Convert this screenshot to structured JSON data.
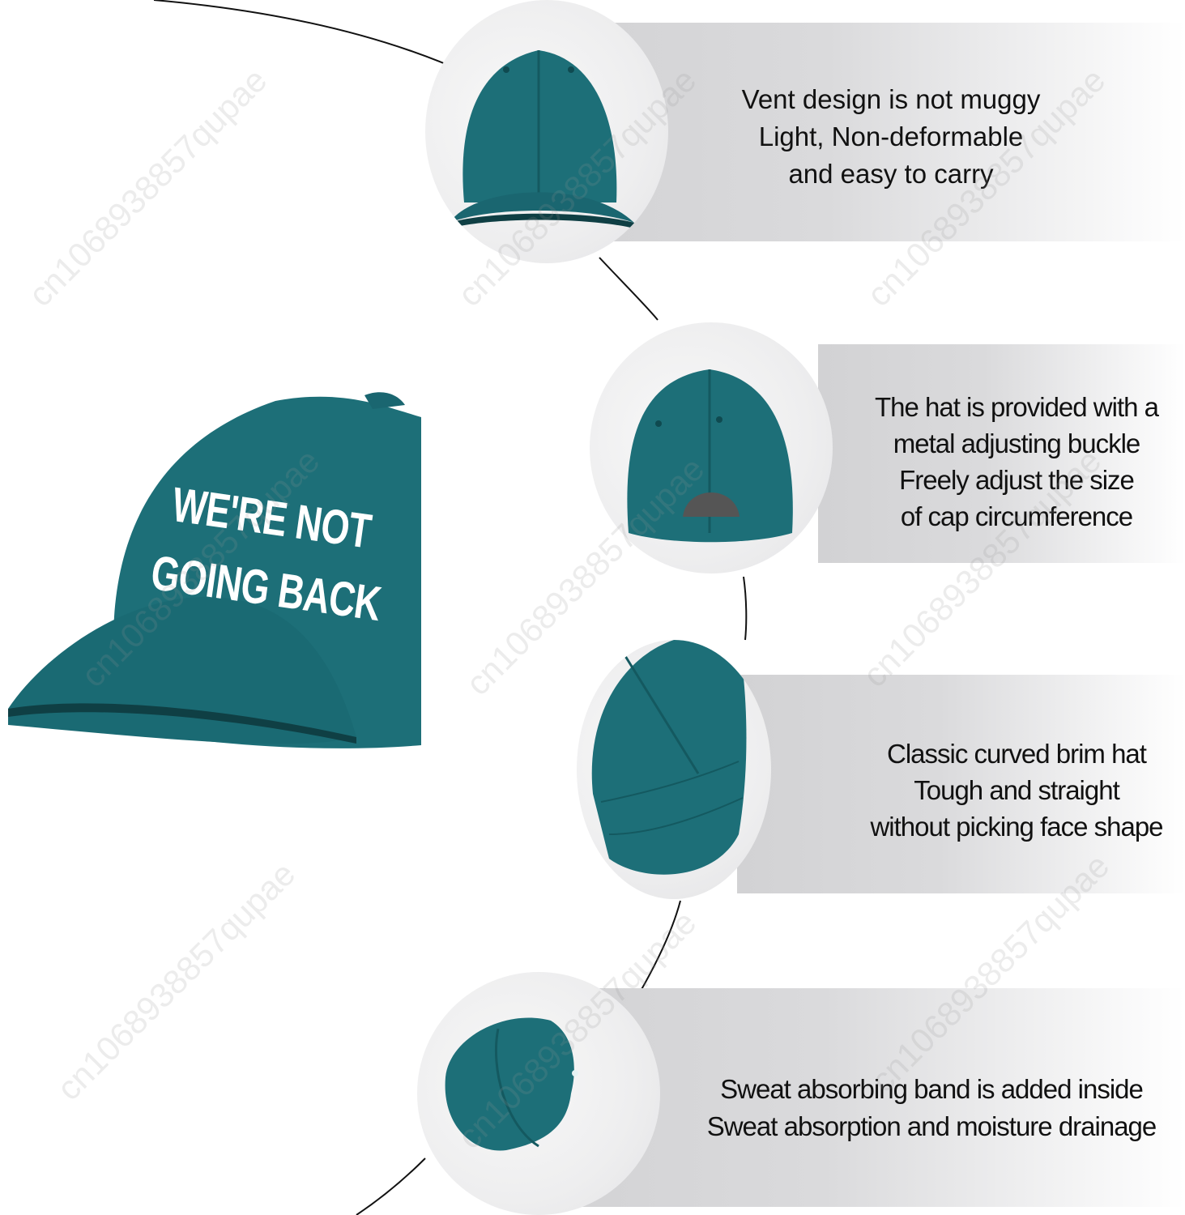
{
  "main_product": {
    "print_line_1": "WE'RE NOT",
    "print_line_2": "GOING BACK",
    "cap_color": "#1d6f78"
  },
  "features": [
    {
      "view": "front",
      "lines": [
        "Vent design is not muggy",
        "Light, Non-deformable",
        "and easy to carry"
      ]
    },
    {
      "view": "back",
      "lines": [
        "The hat is provided with a",
        "metal adjusting buckle",
        "Freely adjust the size",
        "of cap circumference"
      ]
    },
    {
      "view": "brim",
      "lines": [
        "Classic curved brim hat",
        "Tough and straight",
        "without picking face shape"
      ]
    },
    {
      "view": "inside",
      "lines": [
        "Sweat absorbing band is added inside",
        "Sweat absorption and moisture drainage"
      ]
    }
  ],
  "watermark": "cn1068938857qupae",
  "colors": {
    "cap": "#1d6f78",
    "cap_dark": "#145960",
    "panel": "#d4d4d6",
    "text": "#111111"
  }
}
